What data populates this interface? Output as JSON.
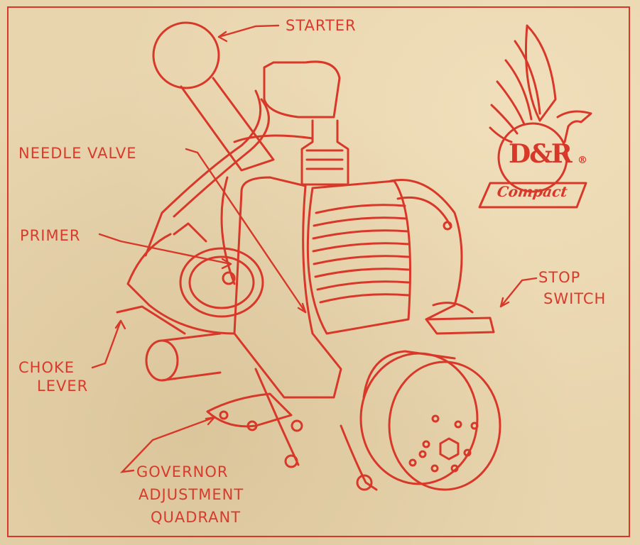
{
  "labels": {
    "starter": "STARTER",
    "needle_valve": "NEEDLE VALVE",
    "primer": "PRIMER",
    "choke_lever_1": "CHOKE",
    "choke_lever_2": "LEVER",
    "stop_switch_1": "STOP",
    "stop_switch_2": "SWITCH",
    "governor_1": "GOVERNOR",
    "governor_2": "ADJUSTMENT",
    "governor_3": "QUADRANT"
  },
  "logo": {
    "monogram": "D&R",
    "registered": "®",
    "tagline": "Compact"
  },
  "colors": {
    "ink": "#d8382a",
    "paper": "#e8d5ae"
  }
}
